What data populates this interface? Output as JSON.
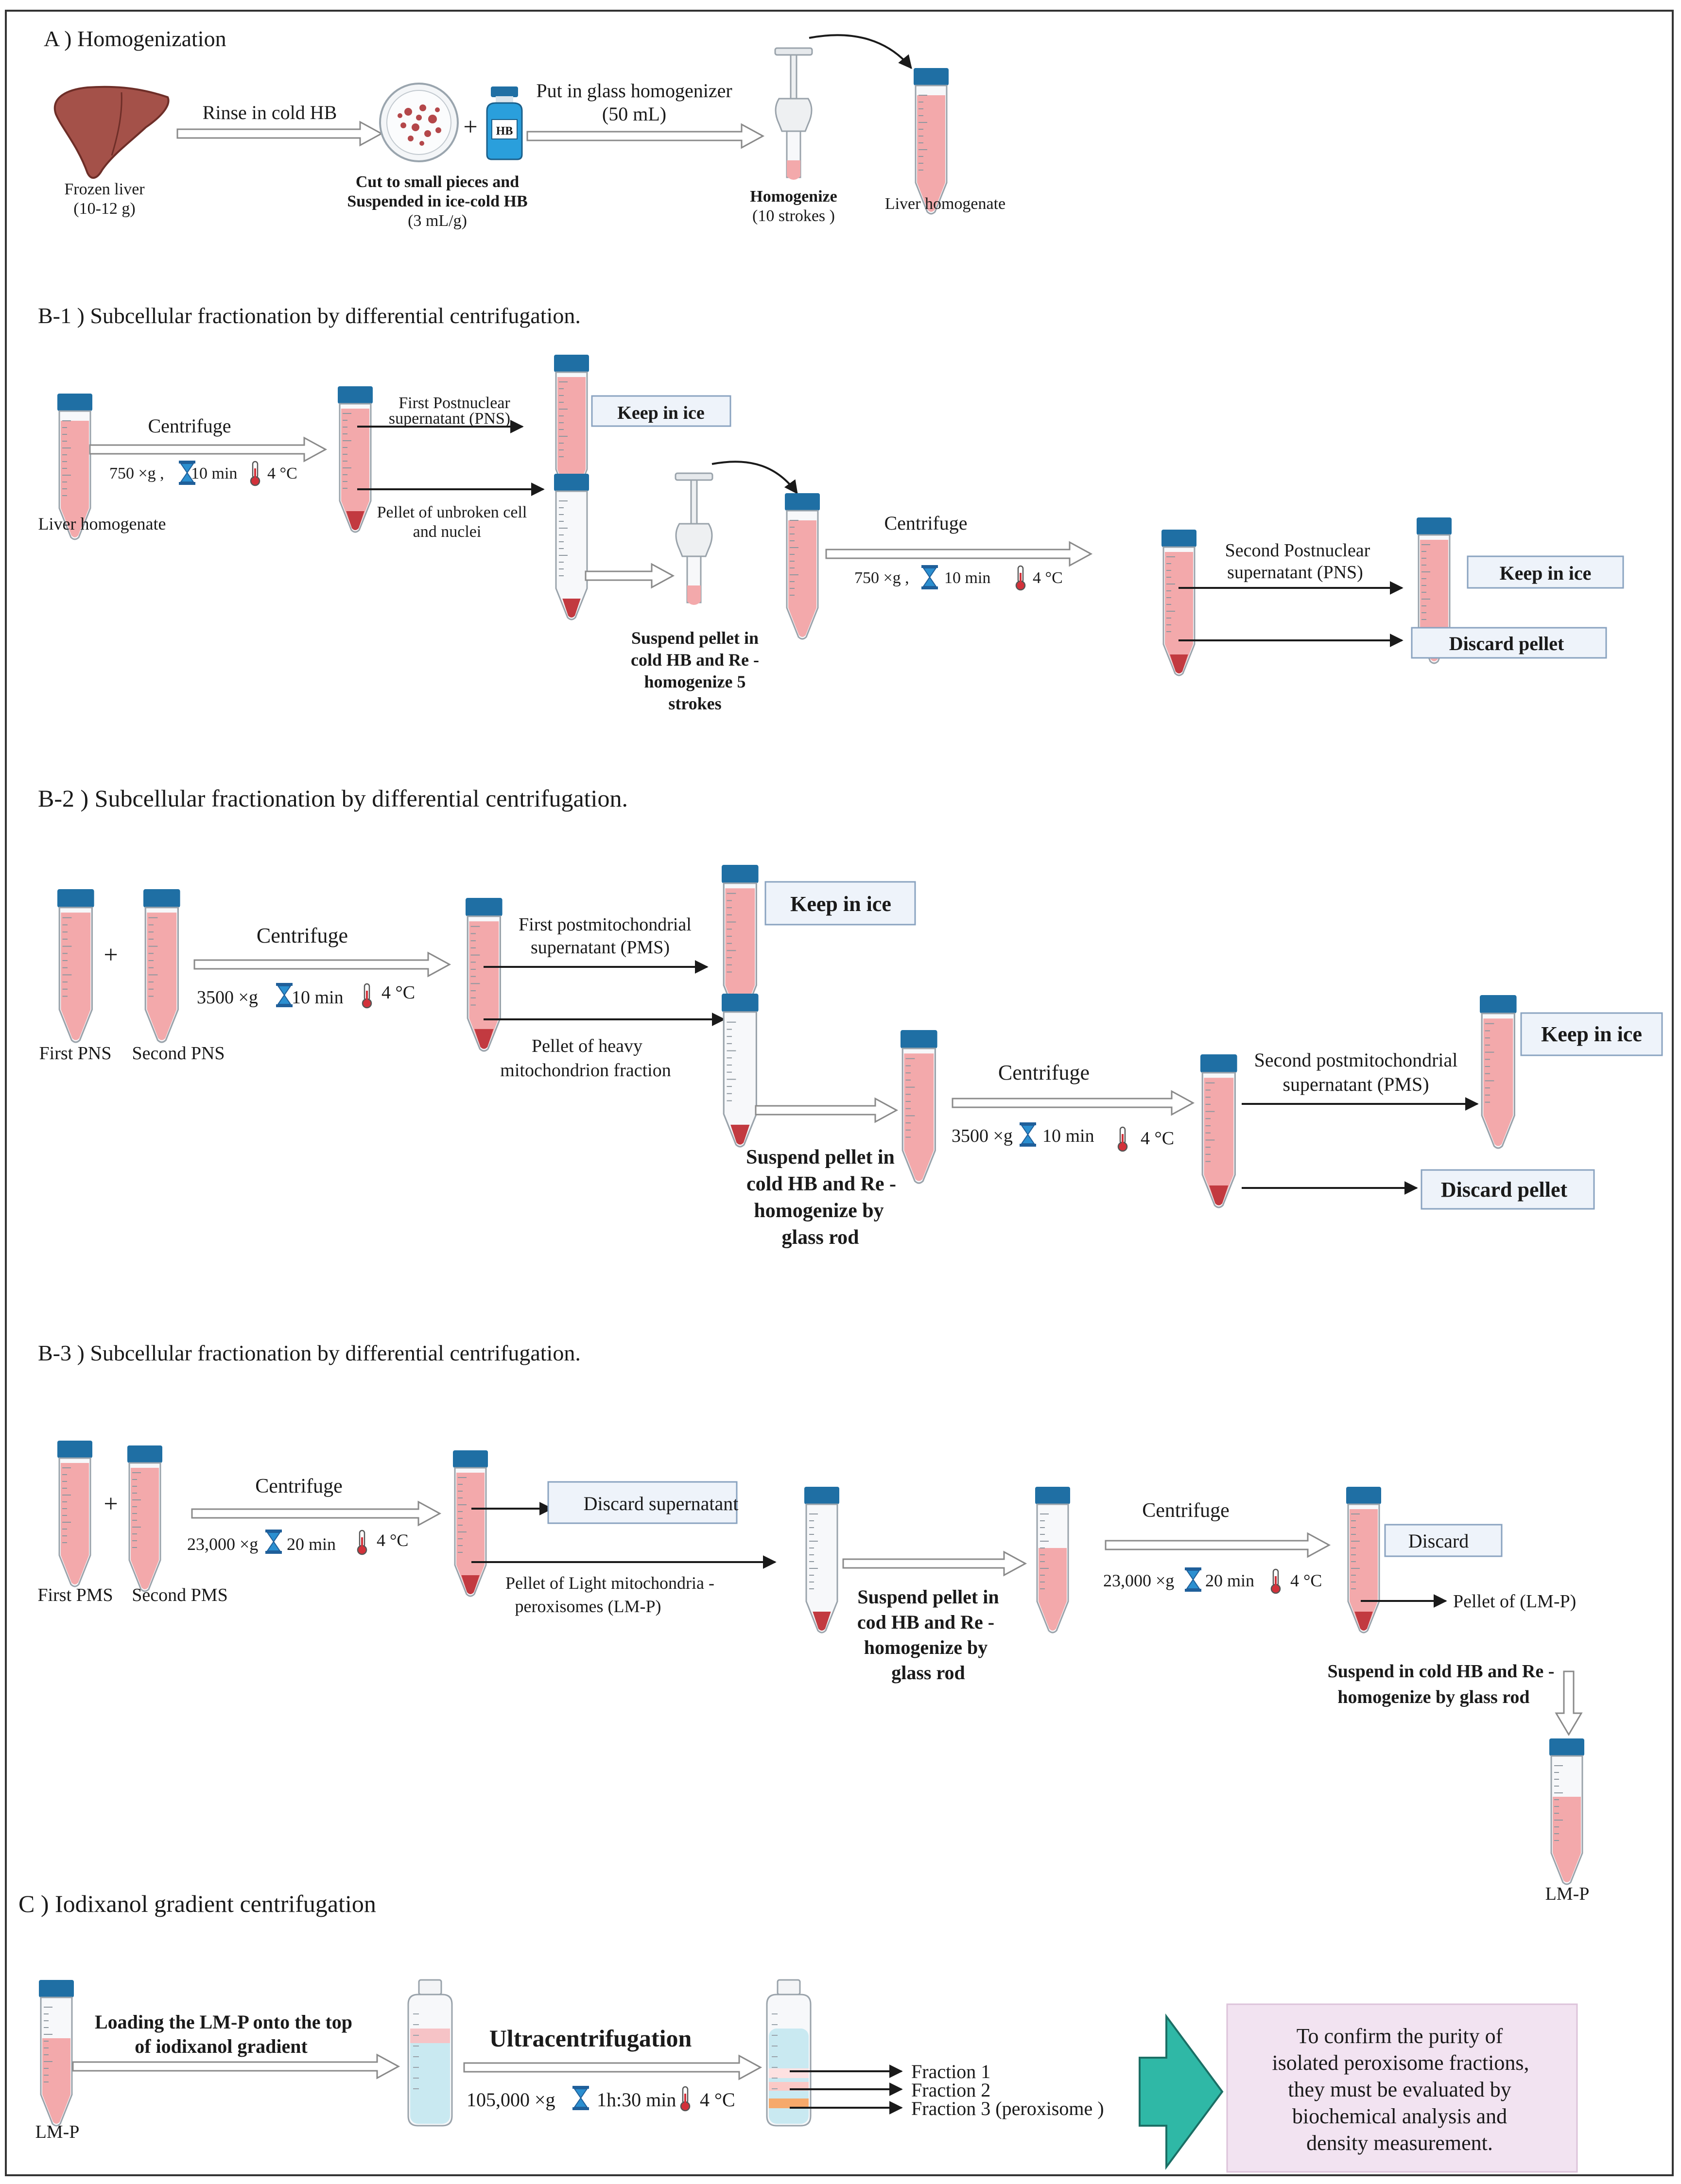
{
  "colors": {
    "cap": "#1f6fa4",
    "liquid": "#f3a9ab",
    "pellet": "#c23a40",
    "box_fill": "#eef3fa",
    "box_stroke": "#8aa3c0",
    "big_arrow": "#2fb8a6",
    "purple_box": "#f2e3f1",
    "gradient": "#c9e9f1"
  },
  "A": {
    "title": "A ) Homogenization",
    "liver_1": "Frozen liver",
    "liver_2": "(10-12 g)",
    "rinse": "Rinse in cold HB",
    "hb": "HB",
    "plus": "+",
    "cut_1": "Cut to small pieces and",
    "cut_2": "Suspended in ice-cold  HB",
    "cut_3": "(3 mL/g)",
    "put_1": "Put in glass homogenizer",
    "put_2": "(50 mL)",
    "homog_1": "Homogenize",
    "homog_2": "(10 strokes )",
    "liver_homogenate": "Liver homogenate"
  },
  "B1": {
    "title": "B-1 ) Subcellular fractionation by differential centrifugation.",
    "centrifuge": "Centrifuge",
    "speed": "750 ×g ,",
    "time": "10 min",
    "temp": "4 °C",
    "liver_homogenate": "Liver homogenate",
    "pns1_1": "First  Postnuclear",
    "pns1_2": "supernatant (PNS)",
    "keep": "Keep  in ice",
    "pellet_1": "Pellet  of unbroken cell",
    "pellet_2": "and nuclei",
    "susp_1": "Suspend pellet  in",
    "susp_2": "cold HB and Re -",
    "susp_3": "homogenize  5",
    "susp_4": "strokes",
    "centrifuge2": "Centrifuge",
    "speed2": "750 ×g ,",
    "time2": "10 min",
    "temp2": "4 °C",
    "pns2_1": "Second   Postnuclear",
    "pns2_2": "supernatant (PNS)",
    "keep2": "Keep   in ice",
    "discard": "Discard pellet"
  },
  "B2": {
    "title": "B-2 ) Subcellular fractionation by differential centrifugation.",
    "plus": "+",
    "first_pns": "First  PNS",
    "second_pns": "Second PNS",
    "centrifuge": "Centrifuge",
    "speed": "3500 ×g",
    "time": "10 min",
    "temp": "4 °C",
    "pms1_1": "First  postmitochondrial",
    "pms1_2": "supernatant (PMS)",
    "keep": "Keep  in ice",
    "pellet_1": "Pellet  of heavy",
    "pellet_2": "mitochondrion fraction",
    "susp_1": "Suspend pellet  in",
    "susp_2": "cold HB and Re -",
    "susp_3": "homogenize  by",
    "susp_4": "glass rod",
    "centrifuge2": "Centrifuge",
    "speed2": "3500 ×g",
    "time2": "10 min",
    "temp2": "4 °C",
    "pms2_1": "Second   postmitochondrial",
    "pms2_2": "supernatant (PMS)",
    "keep2": "Keep  in ice",
    "discard": "Discard  pellet"
  },
  "B3": {
    "title": "B-3 ) Subcellular fractionation by differential centrifugation.",
    "plus": "+",
    "first_pms": "First  PMS",
    "second_pms": "Second PMS",
    "centrifuge": "Centrifuge",
    "speed": "23,000 ×g",
    "time": "20 min",
    "temp": "4 °C",
    "discard_sup": "Discard  supernatant",
    "pellet_1": "Pellet of  Light mitochondria -",
    "pellet_2": "peroxisomes (LM-P)",
    "susp_1": "Suspend pellet  in",
    "susp_2": "cod HB and Re -",
    "susp_3": "homogenize  by",
    "susp_4": "glass rod",
    "centrifuge2": "Centrifuge",
    "speed2": "23,000 ×g",
    "time2": "20 min",
    "temp2": "4 °C",
    "discard": "Discard",
    "pellet_lmp": "Pellet of  (LM-P)",
    "resusp_1": "Suspend in cold HB and Re -",
    "resusp_2": "homogenize  by  glass rod",
    "lmp": "LM-P"
  },
  "C": {
    "title": "C ) Iodixanol gradient centrifugation",
    "lmp": "LM-P",
    "load_1": "Loading the  LM-P onto the top",
    "load_2": "of iodixanol gradient",
    "ultra": "Ultracentrifugation",
    "speed": "105,000 ×g",
    "time": "1h:30  min",
    "temp": "4 °C",
    "frac1": "Fraction 1",
    "frac2": "Fraction 2",
    "frac3": "Fraction 3 (peroxisome )",
    "conf_1": "To confirm the purity of",
    "conf_2": "isolated peroxisome fractions,",
    "conf_3": "they must be evaluated by",
    "conf_4": "biochemical analysis and",
    "conf_5": "density measurement."
  }
}
